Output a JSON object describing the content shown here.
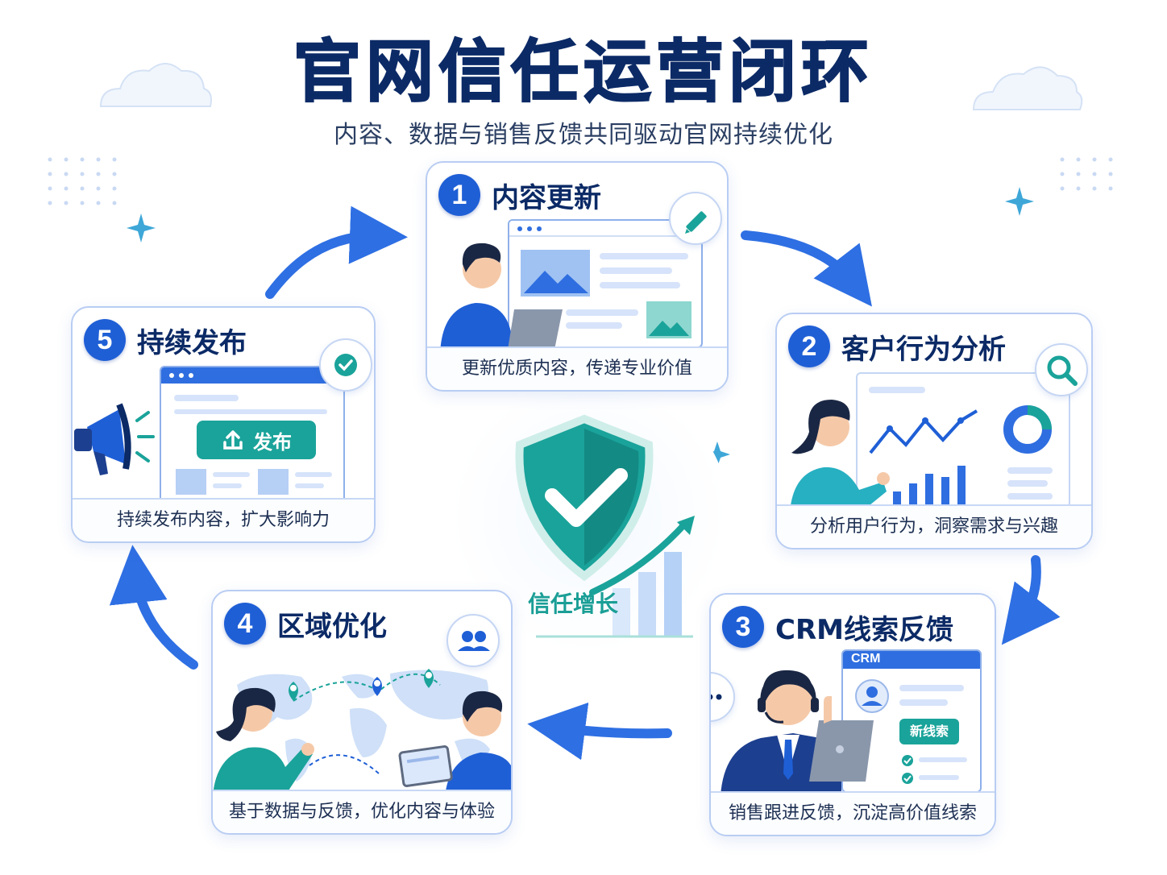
{
  "title": "官网信任运营闭环",
  "subtitle": "内容、数据与销售反馈共同驱动官网持续优化",
  "center": {
    "label": "信任增长"
  },
  "steps": [
    {
      "num": "1",
      "title": "内容更新",
      "desc": "更新优质内容，传递专业价值"
    },
    {
      "num": "2",
      "title": "客户行为分析",
      "desc": "分析用户行为，洞察需求与兴趣"
    },
    {
      "num": "3",
      "title": "CRM线索反馈",
      "desc": "销售跟进反馈，沉淀高价值线索",
      "crm_header": "CRM",
      "new_lead": "新线索"
    },
    {
      "num": "4",
      "title": "区域优化",
      "desc": "基于数据与反馈，优化内容与体验"
    },
    {
      "num": "5",
      "title": "持续发布",
      "desc": "持续发布内容，扩大影响力",
      "publish_button": "发布"
    }
  ],
  "colors": {
    "primary": "#1f5fd6",
    "teal": "#1aa39a",
    "navy": "#0b2a66",
    "border": "#b9cdf3"
  }
}
